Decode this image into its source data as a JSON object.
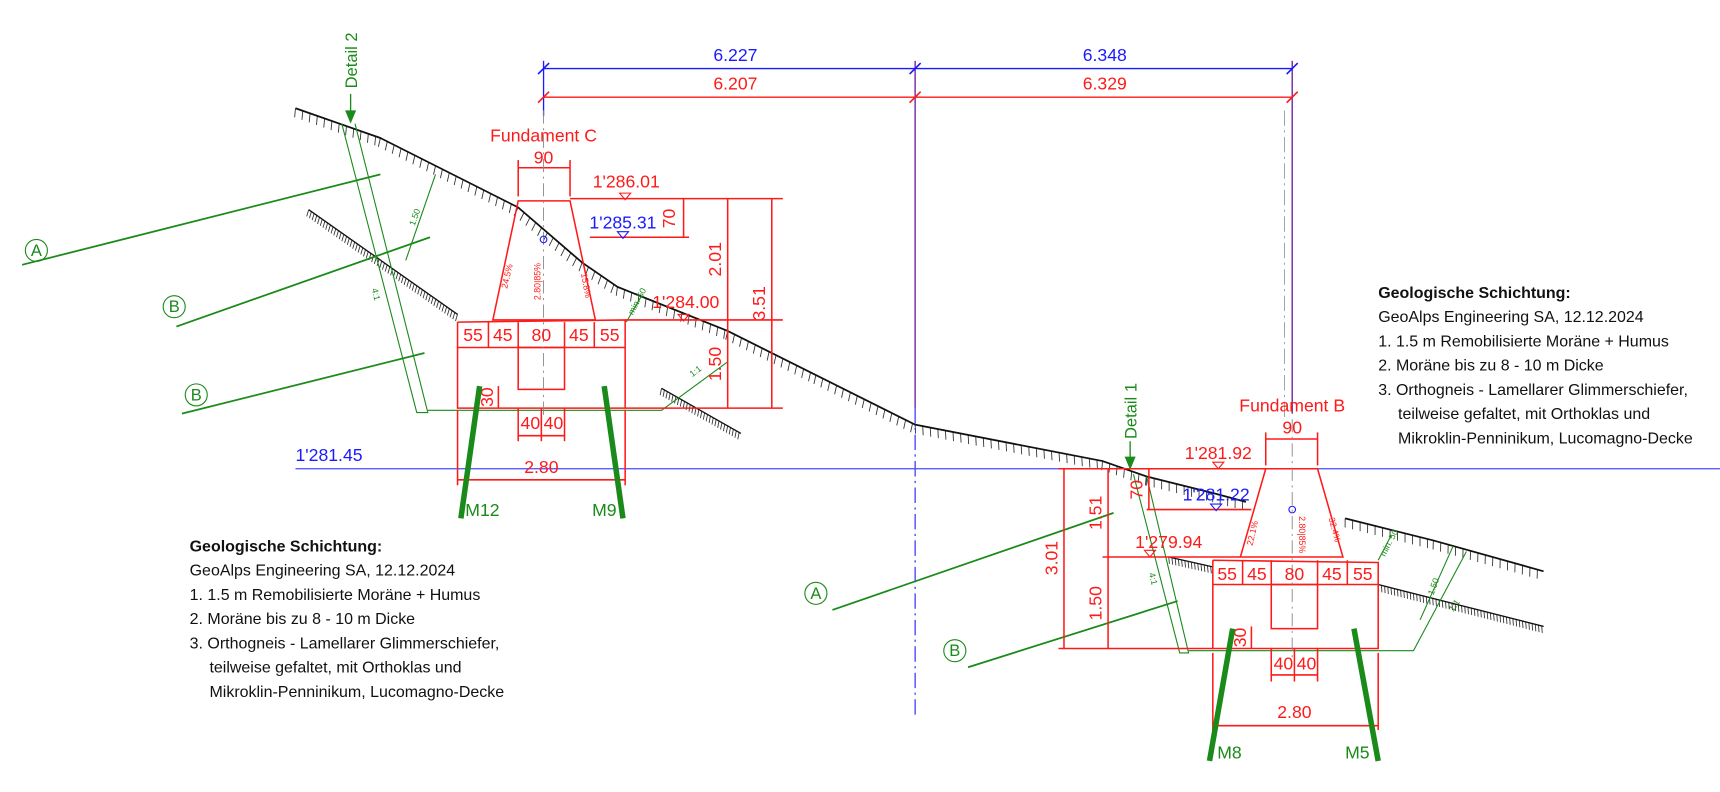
{
  "colors": {
    "concrete": "#ff1a1a",
    "reference": "#1a1aff",
    "geology": "#1a8a1a",
    "terrain": "#111111",
    "axis": "#6a1a9a"
  },
  "spacing": {
    "upper": [
      "6.227",
      "6.348"
    ],
    "lower": [
      "6.207",
      "6.329"
    ]
  },
  "reference_level": "1'281.45",
  "details": {
    "detail1": "Detail 1",
    "detail2": "Detail 2"
  },
  "layers": {
    "a": "A",
    "b": "B"
  },
  "fundament_c": {
    "title": "Fundament C",
    "top_width": "90",
    "top_level": "1'286.01",
    "mid_level": "1'285.31",
    "base_level": "1'284.00",
    "dim_70": "70",
    "dim_201": "2.01",
    "dim_150": "1.50",
    "dim_351": "3.51",
    "segments": [
      "55",
      "45",
      "80",
      "45",
      "55"
    ],
    "dim_30": "30",
    "bottom": [
      "40",
      "40"
    ],
    "width": "2.80",
    "slope_left": "24.5%",
    "slope_right": "15.8%",
    "axis_note": "2.80|85%",
    "min_note": "min. 50",
    "anchors": [
      "M12",
      "M9"
    ],
    "slope_150": "1.50",
    "slope_41": "4:1",
    "slope_11": "1:1"
  },
  "fundament_b": {
    "title": "Fundament B",
    "top_width": "90",
    "top_level": "1'281.92",
    "mid_level": "1'281.22",
    "base_level": "1'279.94",
    "dim_70": "70",
    "dim_151": "1.51",
    "dim_150": "1.50",
    "dim_301": "3.01",
    "segments": [
      "55",
      "45",
      "80",
      "45",
      "55"
    ],
    "dim_30": "30",
    "bottom": [
      "40",
      "40"
    ],
    "width": "2.80",
    "slope_left": "22.1%",
    "slope_right": "32.4%",
    "axis_note": "2.80|85%",
    "min_note": "min. 50",
    "anchors": [
      "M8",
      "M5"
    ],
    "slope_150": "1.50",
    "slope_41": "4:1",
    "slope_11": "1:1"
  },
  "geology": {
    "title": "Geologische Schichtung:",
    "source": "GeoAlps Engineering SA, 12.12.2024",
    "items": [
      "1. 1.5 m Remobilisierte Moräne + Humus",
      "2. Moräne bis zu 8 - 10 m Dicke",
      "3. Orthogneis - Lamellarer Glimmerschiefer,",
      "teilweise gefaltet, mit Orthoklas und",
      "Mikroklin-Penninikum, Lucomagno-Decke"
    ]
  }
}
